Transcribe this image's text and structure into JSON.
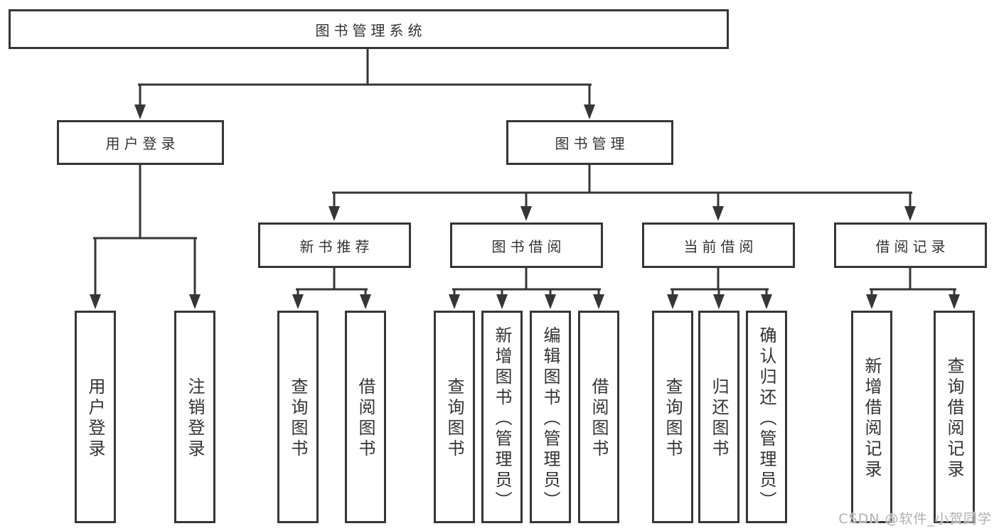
{
  "diagram": {
    "title_node": {
      "label": "图书管理系统"
    },
    "level2": [
      {
        "label": "用户登录"
      },
      {
        "label": "图书管理"
      }
    ],
    "level3": [
      {
        "label": "新书推荐"
      },
      {
        "label": "图书借阅"
      },
      {
        "label": "当前借阅"
      },
      {
        "label": "借阅记录"
      }
    ],
    "leaves": {
      "user_login": [
        {
          "label": "用户登录"
        },
        {
          "label": "注销登录"
        }
      ],
      "new_book_recommend": [
        {
          "label": "查询图书"
        },
        {
          "label": "借阅图书"
        }
      ],
      "book_borrowing": [
        {
          "label": "查询图书"
        },
        {
          "label": "新增图书（管理员）"
        },
        {
          "label": "编辑图书（管理员）"
        },
        {
          "label": "借阅图书"
        }
      ],
      "current_borrowing": [
        {
          "label": "查询图书"
        },
        {
          "label": "归还图书"
        },
        {
          "label": "确认归还（管理员）"
        }
      ],
      "borrowing_records": [
        {
          "label": "新增借阅记录"
        },
        {
          "label": "查询借阅记录"
        }
      ]
    },
    "watermark": "CSDN @软件_小贺同学",
    "colors": {
      "line": "#363636",
      "text": "#333333",
      "watermark": "#b0b0b0",
      "background": "#ffffff"
    }
  }
}
